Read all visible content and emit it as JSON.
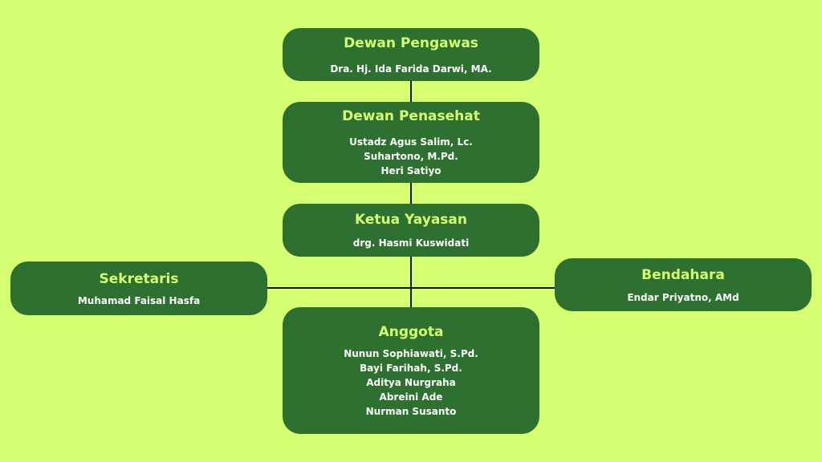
{
  "org_chart": {
    "dewan_pengawas": {
      "title": "Dewan Pengawas",
      "members": [
        "Dra. Hj. Ida Farida Darwi, MA."
      ]
    },
    "dewan_penasehat": {
      "title": "Dewan Penasehat",
      "members": [
        "Ustadz Agus Salim, Lc.",
        "Suhartono, M.Pd.",
        "Heri Satiyo"
      ]
    },
    "ketua_yayasan": {
      "title": "Ketua Yayasan",
      "members": [
        "drg. Hasmi Kuswidati"
      ]
    },
    "sekretaris": {
      "title": "Sekretaris",
      "members": [
        "Muhamad Faisal Hasfa"
      ]
    },
    "bendahara": {
      "title": "Bendahara",
      "members": [
        "Endar Priyatno, AMd"
      ]
    },
    "anggota": {
      "title": "Anggota",
      "members": [
        "Nunun Sophiawati, S.Pd.",
        "Bayi Farihah, S.Pd.",
        "Aditya Nurgraha",
        "Abreini Ade",
        "Nurman Susanto"
      ]
    }
  },
  "colors": {
    "background": "#d6ff72",
    "box": "#2e7030",
    "title": "#d6ff72",
    "text": "#ffffff",
    "connector": "#111111"
  }
}
